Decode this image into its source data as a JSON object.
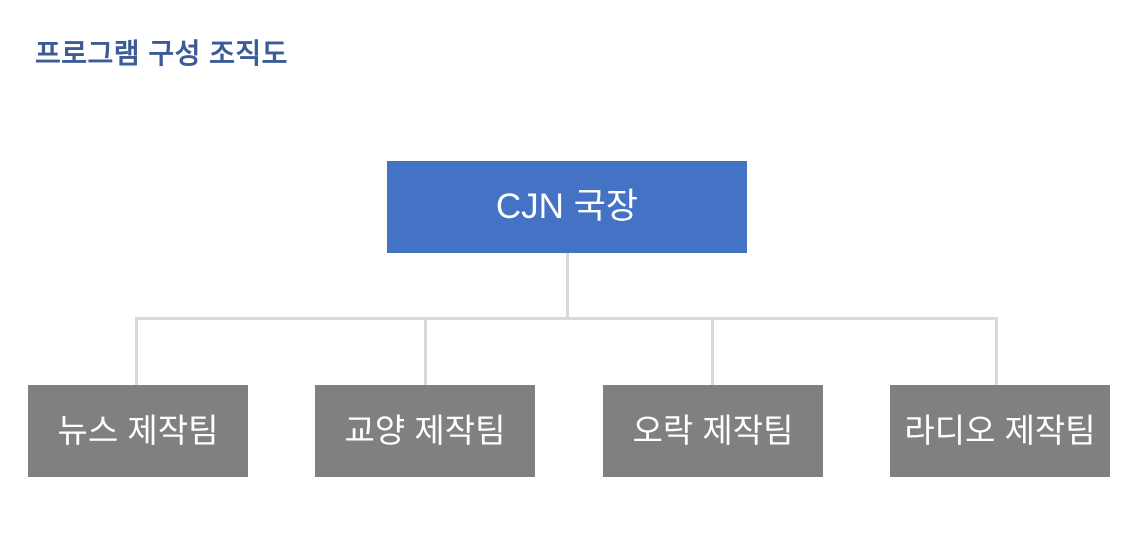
{
  "page": {
    "title": "프로그램 구성 조직도",
    "background_color": "#ffffff"
  },
  "colors": {
    "title_text": "#3c5c96",
    "root_node_fill": "#4472c4",
    "child_node_fill": "#808080",
    "node_text": "#ffffff",
    "connector_line": "#d9d9d9"
  },
  "org_chart": {
    "type": "hierarchy",
    "root": {
      "label": "CJN 국장",
      "fill": "#4472c4",
      "text_color": "#ffffff"
    },
    "children": [
      {
        "label": "뉴스 제작팀",
        "fill": "#808080",
        "text_color": "#ffffff"
      },
      {
        "label": "교양 제작팀",
        "fill": "#808080",
        "text_color": "#ffffff"
      },
      {
        "label": "오락 제작팀",
        "fill": "#808080",
        "text_color": "#ffffff"
      },
      {
        "label": "라디오 제작팀",
        "fill": "#808080",
        "text_color": "#ffffff"
      }
    ],
    "levels": 2,
    "child_count": 4,
    "connector_style": "orthogonal-elbow"
  }
}
